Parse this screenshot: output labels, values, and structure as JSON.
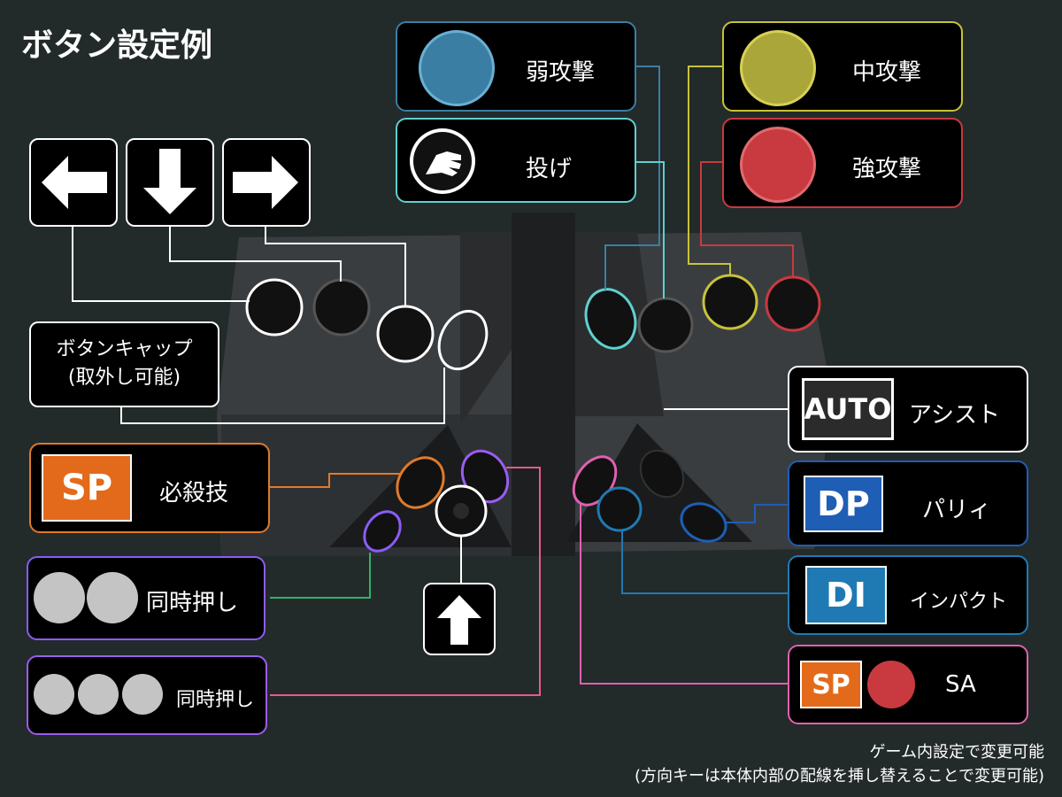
{
  "title": "ボタン設定例",
  "attacks": {
    "light": "弱攻撃",
    "throw": "投げ",
    "medium": "中攻撃",
    "heavy": "強攻撃"
  },
  "left_labels": {
    "cap_line1": "ボタンキャップ",
    "cap_line2": "(取外し可能)",
    "special_badge": "SP",
    "special": "必殺技",
    "two_press": "同時押し",
    "three_press": "同時押し"
  },
  "right_labels": {
    "auto_badge": "AUTO",
    "assist": "アシスト",
    "dp_badge": "DP",
    "parry": "パリィ",
    "di_badge": "DI",
    "impact": "インパクト",
    "sa_badge": "SP",
    "sa": "SA"
  },
  "footer": {
    "line1": "ゲーム内設定で変更可能",
    "line2": "(方向キーは本体内部の配線を挿し替えることで変更可能)"
  },
  "icons": {
    "left": "left-arrow-icon",
    "down": "down-arrow-icon",
    "right": "right-arrow-icon",
    "up": "up-arrow-icon",
    "throw": "grab-hand-icon"
  },
  "colors": {
    "light": "#3a7fa3",
    "throw_border": "#5fd0d0",
    "medium": "#b8b23a",
    "heavy": "#c83a3f",
    "special_badge": "#e36a1a",
    "special_border": "#e07a2a",
    "two_press_border": "#8b5cf6",
    "two_press_line": "#31b36b",
    "three_press_border": "#9b5cf0",
    "three_press_line": "#e85a8a",
    "dp": "#1e5eb5",
    "di": "#1f7ab3",
    "sa_border": "#e060b0"
  }
}
